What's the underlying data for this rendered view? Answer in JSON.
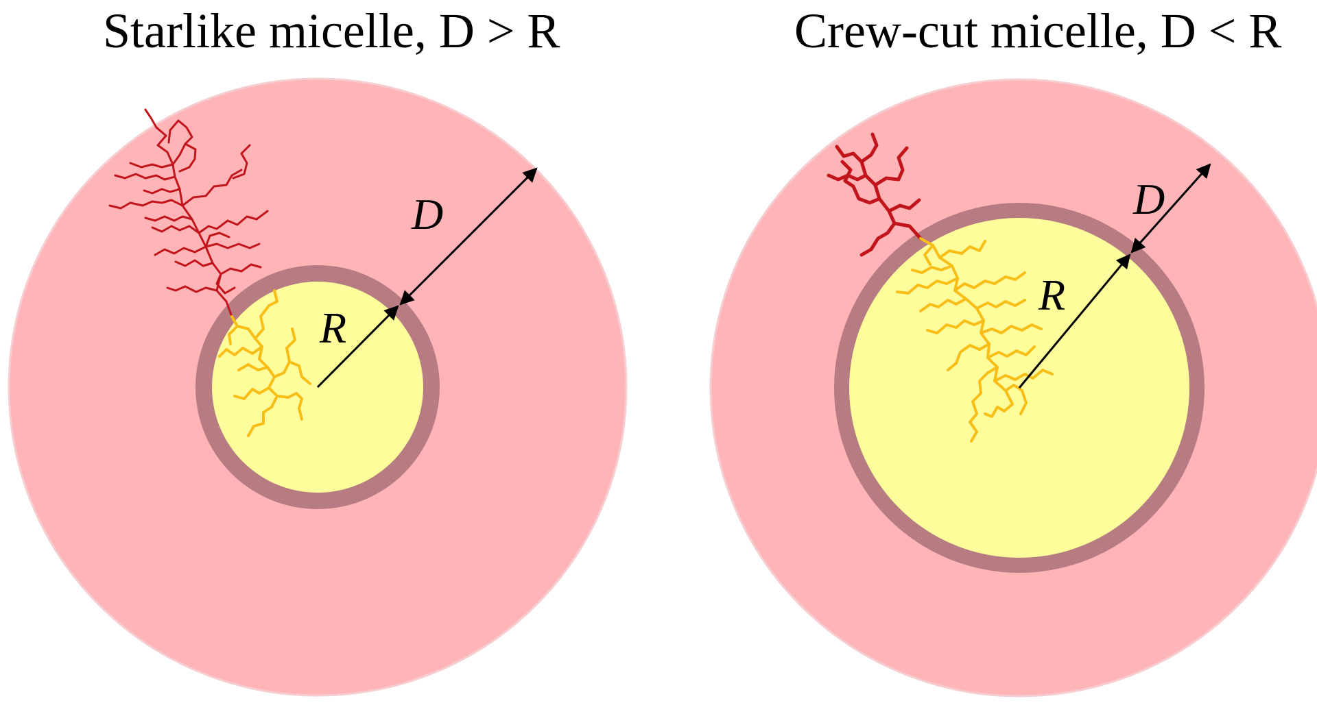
{
  "panels": [
    {
      "title": "Starlike micelle, D > R",
      "corona_label": "D",
      "core_label": "R"
    },
    {
      "title": "Crew-cut micelle, D < R",
      "corona_label": "D",
      "core_label": "R"
    }
  ],
  "colors": {
    "corona": "#ffb5b8",
    "corona_edge": "#f6cdd0",
    "interface_ring": "#b77b82",
    "core": "#fdfd9c",
    "corona_chains": "#c1151b",
    "core_chains": "#f8be17",
    "arrows": "#000000"
  }
}
